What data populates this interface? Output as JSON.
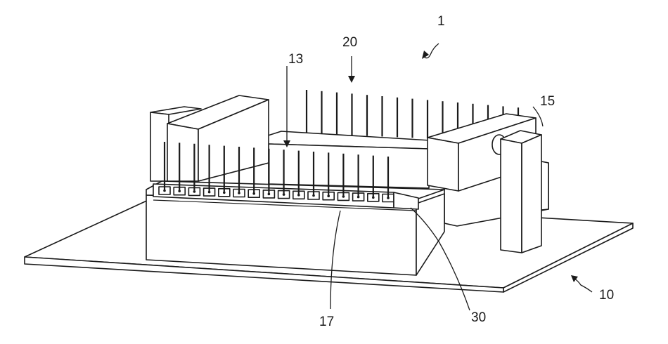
{
  "labels": {
    "device": "1",
    "pins": "20",
    "frame": "13",
    "pillar": "15",
    "base": "10",
    "strip": "17",
    "edge": "30"
  },
  "pins": {
    "front_row_count": 16,
    "back_row_count": 15
  }
}
